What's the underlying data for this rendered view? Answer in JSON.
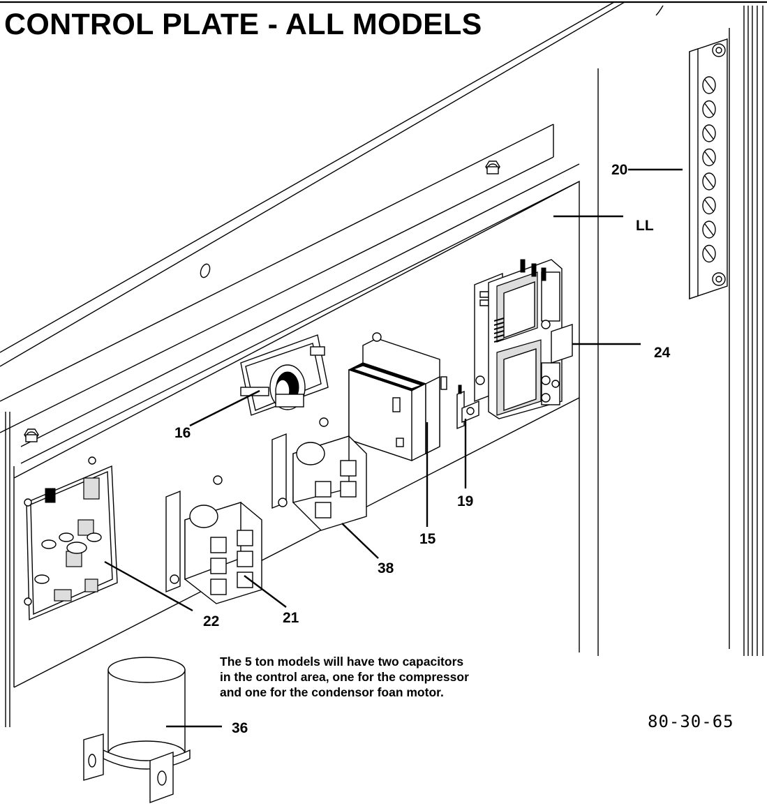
{
  "title": "CONTROL PLATE - ALL MODELS",
  "callouts": {
    "c15": "15",
    "c16": "16",
    "c19": "19",
    "c20": "20",
    "c21": "21",
    "c22": "22",
    "c24": "24",
    "c36": "36",
    "c38": "38",
    "cLL": "LL"
  },
  "note": {
    "line1": "The 5 ton models will have two capacitors",
    "line2": "in the control area, one for the compressor",
    "line3": "and one for the condensor foan motor."
  },
  "drawing_number": "80-30-65"
}
